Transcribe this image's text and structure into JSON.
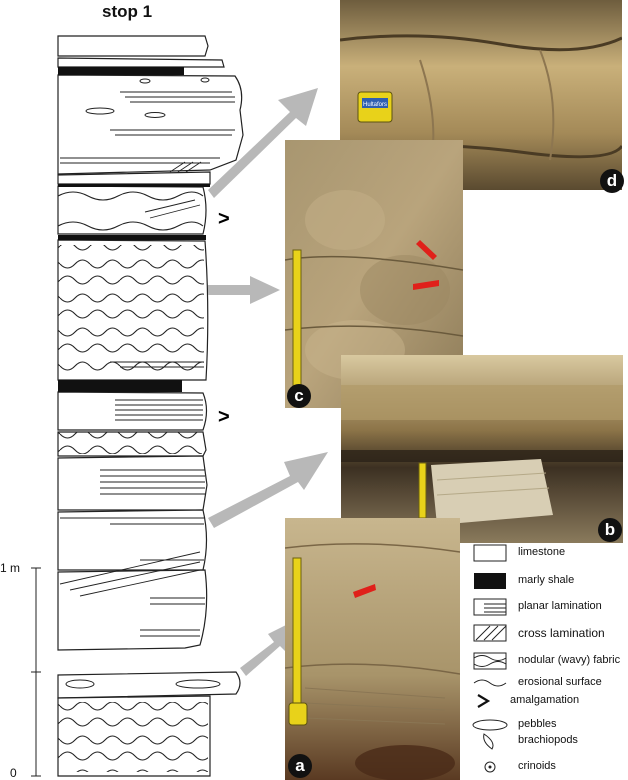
{
  "figure": {
    "title": "stop 1",
    "scale": {
      "labels": [
        "1 m",
        "0"
      ]
    },
    "amalgamation_mark": ">",
    "photos": [
      {
        "label": "d"
      },
      {
        "label": "c"
      },
      {
        "label": "b"
      },
      {
        "label": "a"
      }
    ],
    "tape_text": "Hultafors",
    "legend": [
      {
        "symbol": "limestone-symbol",
        "label": "limestone"
      },
      {
        "symbol": "marly-shale-symbol",
        "label": "marly shale"
      },
      {
        "symbol": "planar-lamination-symbol",
        "label": "planar lamination"
      },
      {
        "symbol": "cross-lamination-symbol",
        "label": "cross lamination"
      },
      {
        "symbol": "nodular-fabric-symbol",
        "label": "nodular (wavy) fabric"
      },
      {
        "symbol": "erosional-surface-symbol",
        "label": "erosional surface"
      },
      {
        "symbol": "amalgamation-symbol",
        "label": "amalgamation"
      },
      {
        "symbol": "pebbles-symbol",
        "label": "pebbles"
      },
      {
        "symbol": "brachiopods-symbol",
        "label": "brachiopods"
      },
      {
        "symbol": "crinoids-symbol",
        "label": "crinoids"
      }
    ],
    "colors": {
      "shale": "#111111",
      "arrow": "#b8b8b8",
      "red_arrow": "#e0201a",
      "rock": "#b8a47a",
      "tape": "#e8d21a"
    }
  }
}
